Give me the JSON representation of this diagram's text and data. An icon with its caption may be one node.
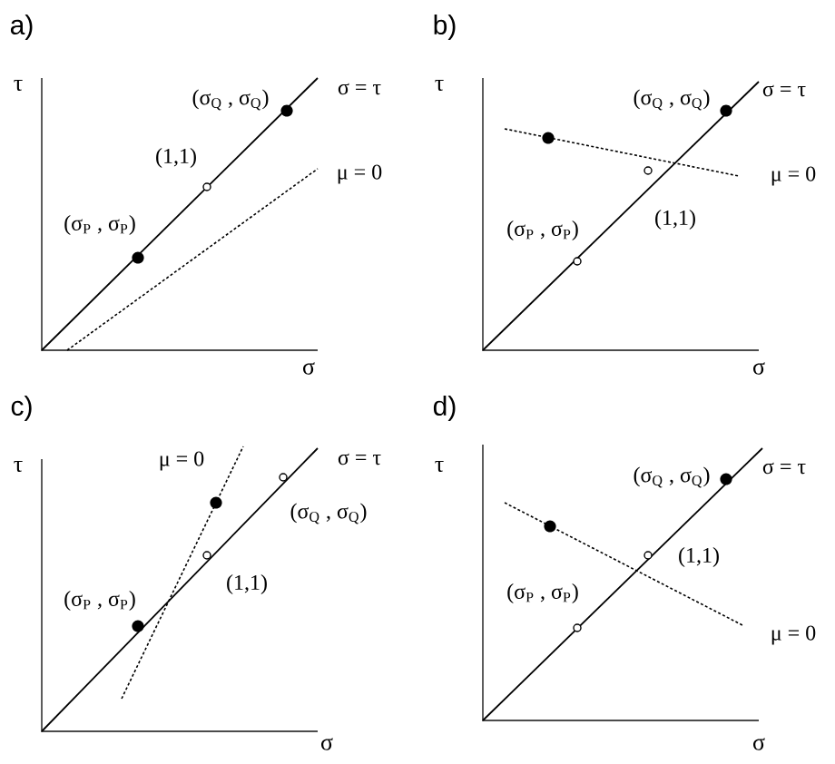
{
  "diagram": {
    "labels": [
      "a)",
      "τ",
      "(σ$_{Q}$ , σ$_{Q}$)",
      "σ = τ",
      "(1,1)",
      "μ = 0",
      "(σ$_{P}$ , σ$_{P}$)",
      "σ",
      "b)",
      "τ",
      "(σ$_{Q}$ , σ$_{Q}$)",
      "σ = τ",
      "μ = 0",
      "(1,1)",
      "(σ$_{P}$ , σ$_{P}$)",
      "σ",
      "c)",
      "τ",
      "μ = 0",
      "σ = τ",
      "(σ$_{Q}$ , σ$_{Q}$)",
      "(1,1)",
      "(σ$_{P}$ , σ$_{P}$)",
      "σ",
      "d)",
      "τ",
      "(σ$_{Q}$ , σ$_{Q}$)",
      "σ = τ",
      "(1,1)",
      "(σ$_{P}$ , σ$_{P}$)",
      "μ = 0",
      "σ"
    ]
  }
}
